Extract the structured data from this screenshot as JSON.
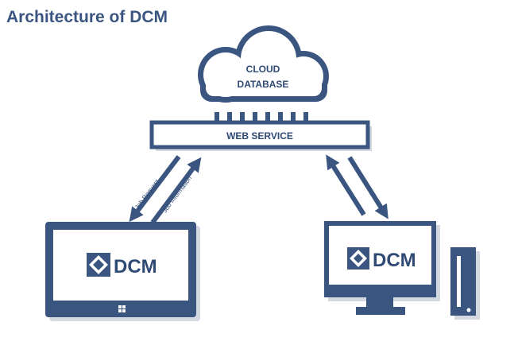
{
  "title": "Architecture of DCM",
  "cloud": {
    "line1": "CLOUD",
    "line2": "DATABASE"
  },
  "web_service": "WEB SERVICE",
  "arrows": {
    "request": "Job Request",
    "information": "Job Information"
  },
  "tablet": {
    "brand": "DCM"
  },
  "desktop": {
    "brand": "DCM"
  },
  "colors": {
    "primary": "#3a5580",
    "shadow": "#d4d9e1",
    "background": "#ffffff"
  }
}
